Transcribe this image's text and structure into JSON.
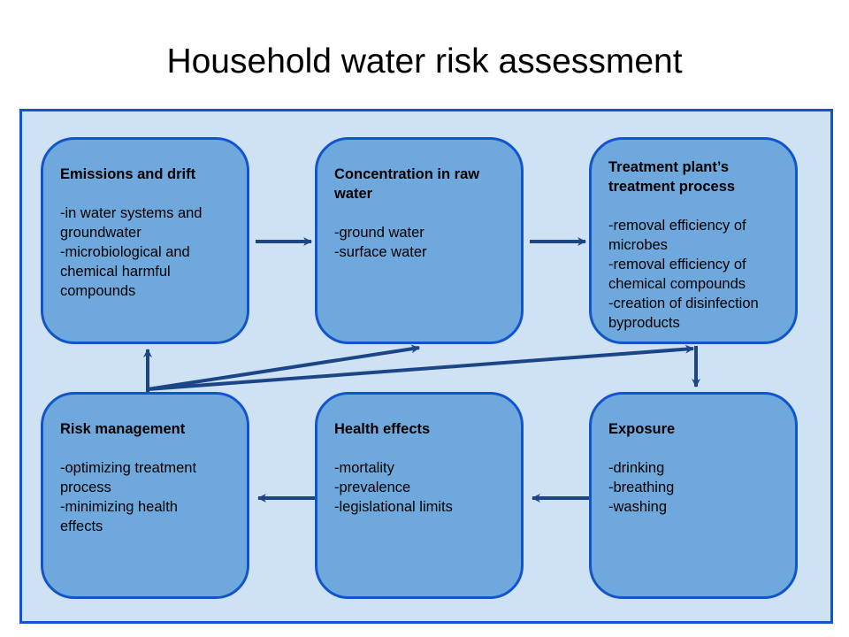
{
  "title": "Household water risk assessment",
  "colors": {
    "frame_fill": "#cfe2f3",
    "frame_border": "#1155cc",
    "box_fill": "#6fa8dc",
    "arrow": "#1c4587"
  },
  "boxes": {
    "emissions": {
      "heading": [
        "Emissions and drift"
      ],
      "lines": [
        "-in water systems and",
        "groundwater",
        "-microbiological and",
        "chemical harmful",
        "compounds"
      ]
    },
    "concentration": {
      "heading": [
        "Concentration in raw",
        "water"
      ],
      "lines": [
        "-ground water",
        "-surface water"
      ]
    },
    "treatment": {
      "heading": [
        "Treatment plant’s",
        "treatment process"
      ],
      "lines": [
        "-removal efficiency of",
        "microbes",
        "-removal efficiency of",
        "chemical compounds",
        "-creation of disinfection",
        "byproducts"
      ]
    },
    "risk": {
      "heading": [
        "Risk management"
      ],
      "lines": [
        "-optimizing treatment",
        "process",
        "-minimizing health",
        "effects"
      ]
    },
    "health": {
      "heading": [
        "Health effects"
      ],
      "lines": [
        "-mortality",
        "-prevalence",
        "-legislational limits"
      ]
    },
    "exposure": {
      "heading": [
        "Exposure"
      ],
      "lines": [
        "-drinking",
        "-breathing",
        "-washing"
      ]
    }
  },
  "edges": [
    {
      "from": "emissions",
      "to": "concentration"
    },
    {
      "from": "concentration",
      "to": "treatment"
    },
    {
      "from": "treatment",
      "to": "exposure"
    },
    {
      "from": "exposure",
      "to": "health"
    },
    {
      "from": "health",
      "to": "risk"
    },
    {
      "from": "risk",
      "to": "emissions"
    },
    {
      "from": "risk",
      "to": "concentration"
    },
    {
      "from": "risk",
      "to": "treatment"
    }
  ]
}
